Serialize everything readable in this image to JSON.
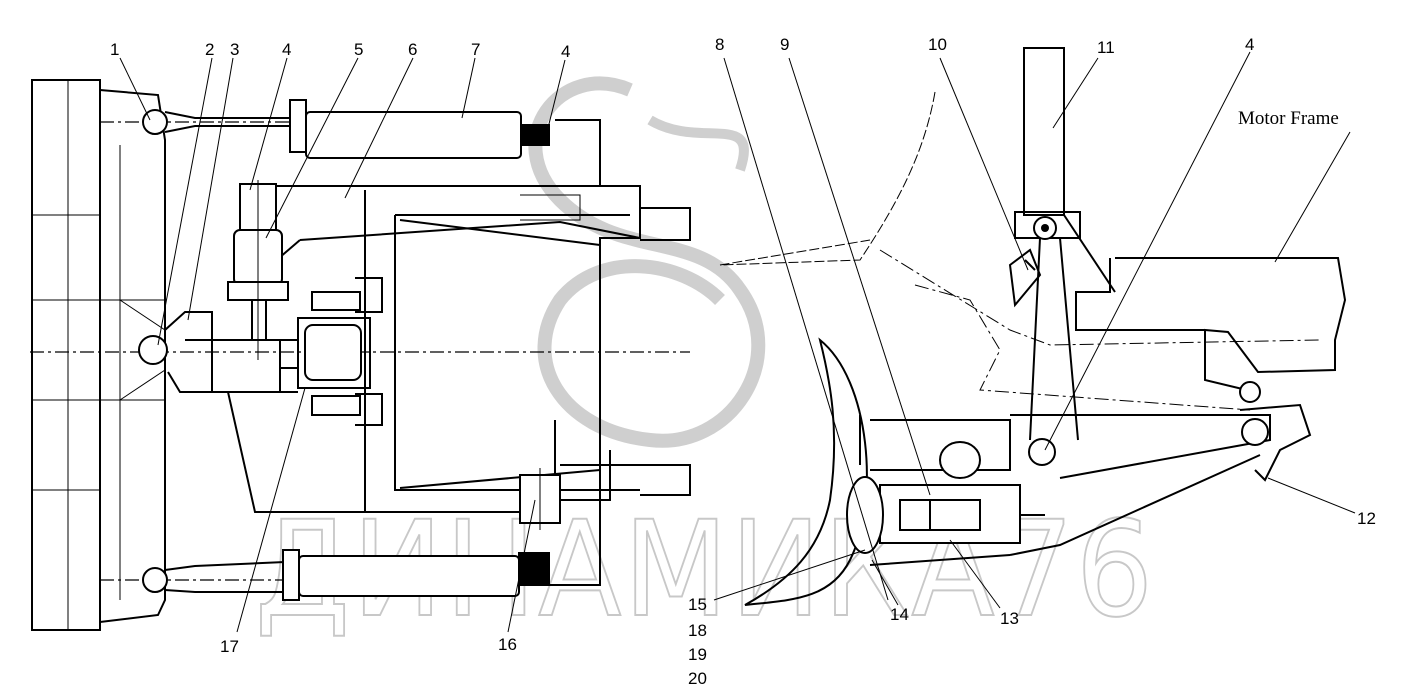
{
  "callouts": {
    "c1": "1",
    "c2": "2",
    "c3": "3",
    "c4a": "4",
    "c5": "5",
    "c6": "6",
    "c7": "7",
    "c4b": "4",
    "c8": "8",
    "c9": "9",
    "c10": "10",
    "c11": "11",
    "c4c": "4",
    "c12": "12",
    "c13": "13",
    "c14": "14",
    "c15": "15",
    "c16": "16",
    "c17": "17",
    "c18": "18",
    "c19": "19",
    "c20": "20"
  },
  "labels": {
    "motor_frame": "Motor Frame"
  },
  "watermark": {
    "text": "ДИНАМИКА76",
    "color": "#c8c8c8"
  }
}
